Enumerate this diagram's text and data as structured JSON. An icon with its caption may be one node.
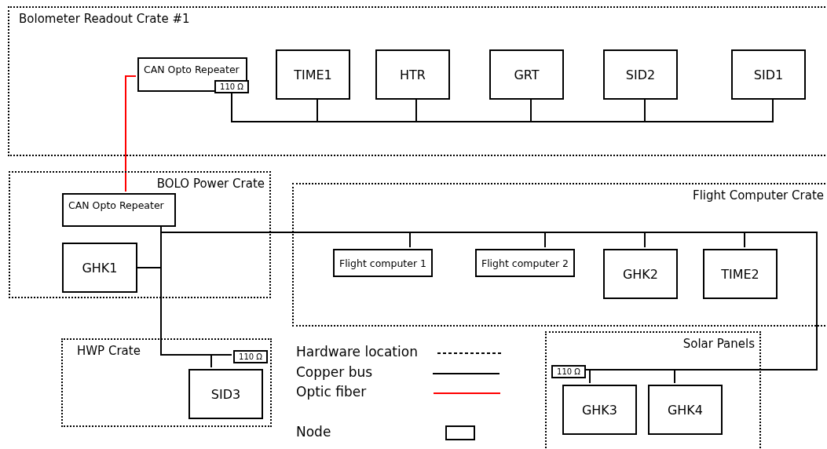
{
  "diagram": {
    "nodes": [
      {
        "text": [
          "Bolometer Readout Crate #1"
        ]
      },
      {
        "text": [
          "CAN Opto Repeater"
        ],
        "in": 0
      },
      {
        "text": [
          "110 Ω"
        ],
        "in": 1
      },
      {
        "text": [
          "TIME1"
        ],
        "in": 0
      },
      {
        "text": [
          "HTR"
        ],
        "in": 0
      },
      {
        "text": [
          "GRT"
        ],
        "in": 0
      },
      {
        "text": [
          "SID2"
        ],
        "in": 0
      },
      {
        "text": [
          "SID1"
        ],
        "in": 0
      },
      {
        "text": [
          "BOLO Power Crate"
        ]
      },
      {
        "text": [
          "CAN Opto Repeater"
        ],
        "in": 8
      },
      {
        "text": [
          "GHK1"
        ],
        "in": 8
      },
      {
        "text": [
          "Flight Computer Crate"
        ]
      },
      {
        "text": [
          "Flight computer 1"
        ],
        "in": 11
      },
      {
        "text": [
          "Flight computer 2"
        ],
        "in": 11
      },
      {
        "text": [
          "GHK2"
        ],
        "in": 11
      },
      {
        "text": [
          "TIME2"
        ],
        "in": 11
      },
      {
        "text": [
          "HWP Crate"
        ]
      },
      {
        "text": [
          "110 Ω"
        ],
        "in": 16
      },
      {
        "text": [
          "SID3"
        ],
        "in": 16
      },
      {
        "text": [
          "Solar Panels"
        ]
      },
      {
        "text": [
          "110 Ω"
        ],
        "in": 19
      },
      {
        "text": [
          "GHK3"
        ],
        "in": 19
      },
      {
        "text": [
          "GHK4"
        ],
        "in": 19
      }
    ],
    "edges": [
      {
        "from": 2,
        "to": 3,
        "arrow": "none"
      },
      {
        "from": 2,
        "to": 4,
        "arrow": "none"
      },
      {
        "from": 2,
        "to": 5,
        "arrow": "none"
      },
      {
        "from": 2,
        "to": 6,
        "arrow": "none"
      },
      {
        "from": 2,
        "to": 7,
        "arrow": "none"
      },
      {
        "from": 1,
        "to": 9,
        "arrow": "none",
        "color": "#ff0000"
      },
      {
        "from": 9,
        "to": 10,
        "arrow": "none"
      },
      {
        "from": 9,
        "to": 17,
        "arrow": "none"
      },
      {
        "from": 9,
        "to": 12,
        "arrow": "none"
      },
      {
        "from": 9,
        "to": 13,
        "arrow": "none"
      },
      {
        "from": 9,
        "to": 14,
        "arrow": "none"
      },
      {
        "from": 9,
        "to": 15,
        "arrow": "none"
      },
      {
        "from": 9,
        "to": 20,
        "arrow": "none"
      },
      {
        "from": 17,
        "to": 18,
        "arrow": "none"
      },
      {
        "from": 20,
        "to": 21,
        "arrow": "none"
      },
      {
        "from": 20,
        "to": 22,
        "arrow": "none"
      }
    ],
    "legend": [
      {
        "text": "Hardware location"
      },
      {
        "text": "Copper bus"
      },
      {
        "text": "Optic fiber"
      },
      {
        "text": "Node"
      }
    ]
  }
}
